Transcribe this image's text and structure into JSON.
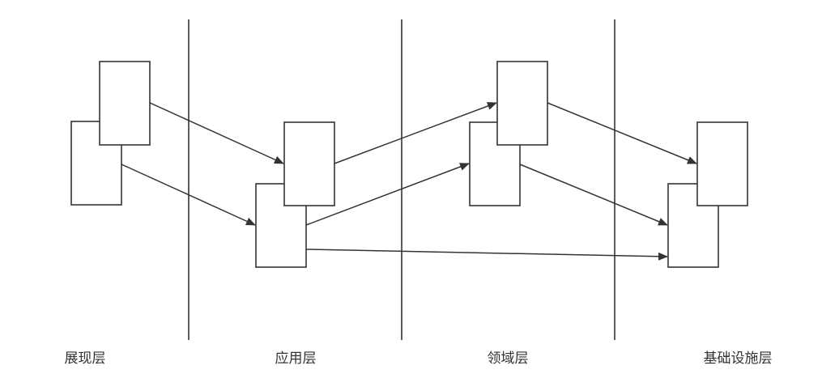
{
  "layers": [
    {
      "label": "展现层"
    },
    {
      "label": "应用层"
    },
    {
      "label": "领域层"
    },
    {
      "label": "基础设施层"
    }
  ],
  "colors": {
    "stroke": "#333333",
    "box_fill": "#ffffff",
    "text": "#333333",
    "background": "#ffffff"
  }
}
